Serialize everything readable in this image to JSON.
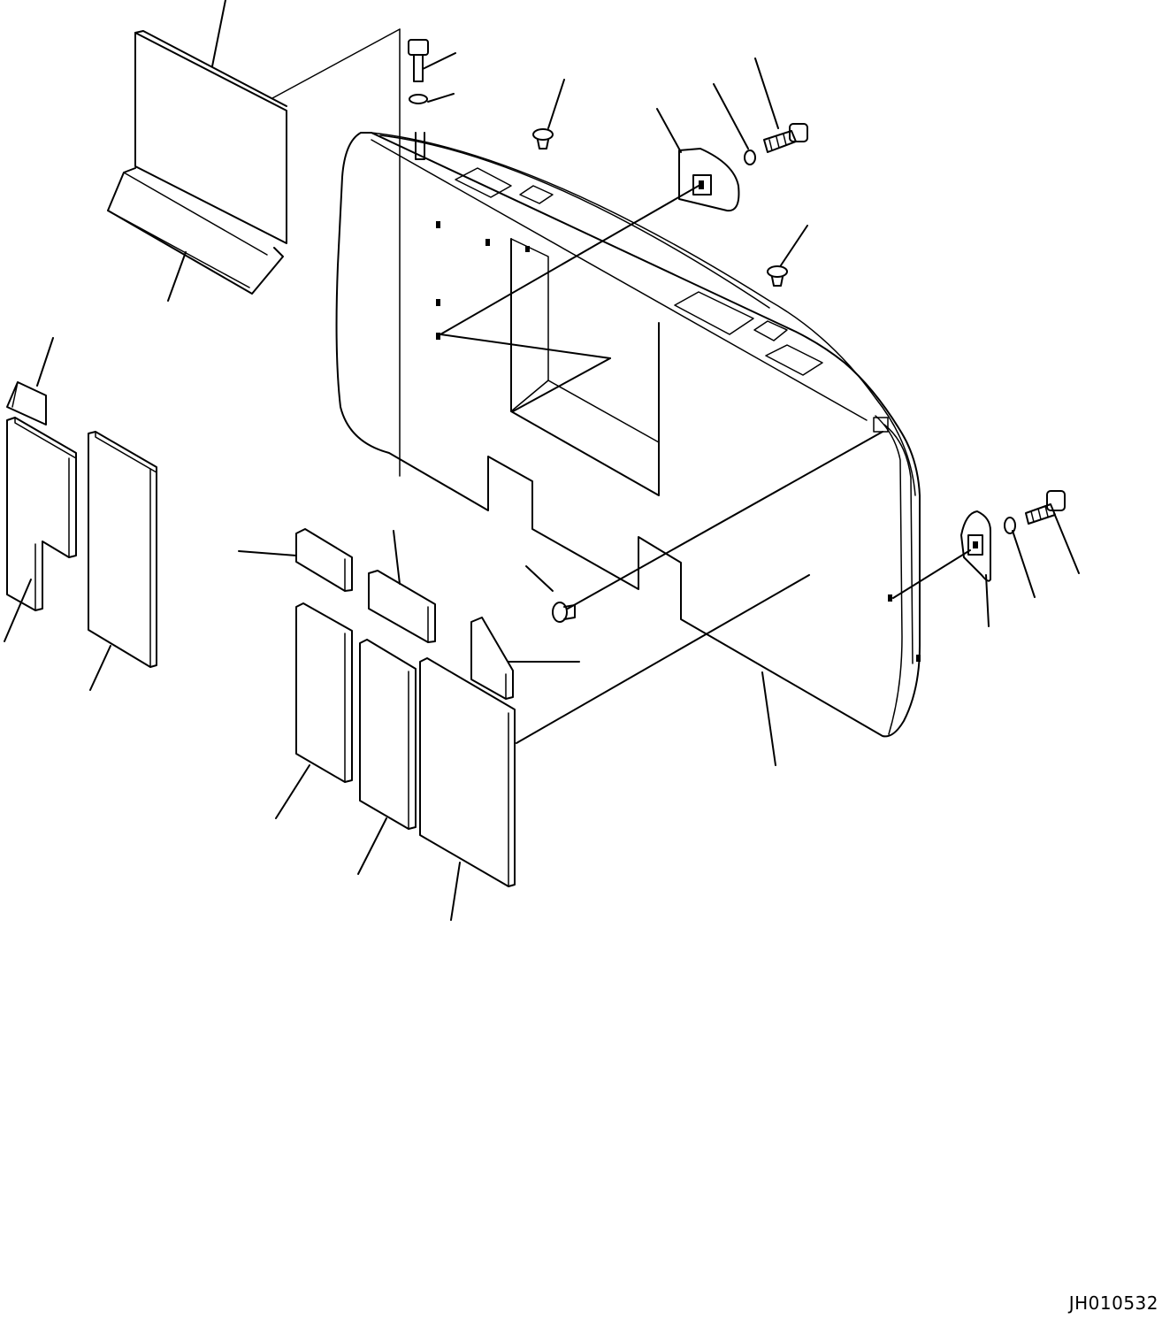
{
  "drawing": {
    "code": "JH010532",
    "stroke_color": "#000000",
    "background_color": "#ffffff",
    "parts": [
      "engine-hood-panel",
      "bolt",
      "washer",
      "bracket-plate",
      "rubber-cushion",
      "sound-insulation-sheet"
    ]
  }
}
